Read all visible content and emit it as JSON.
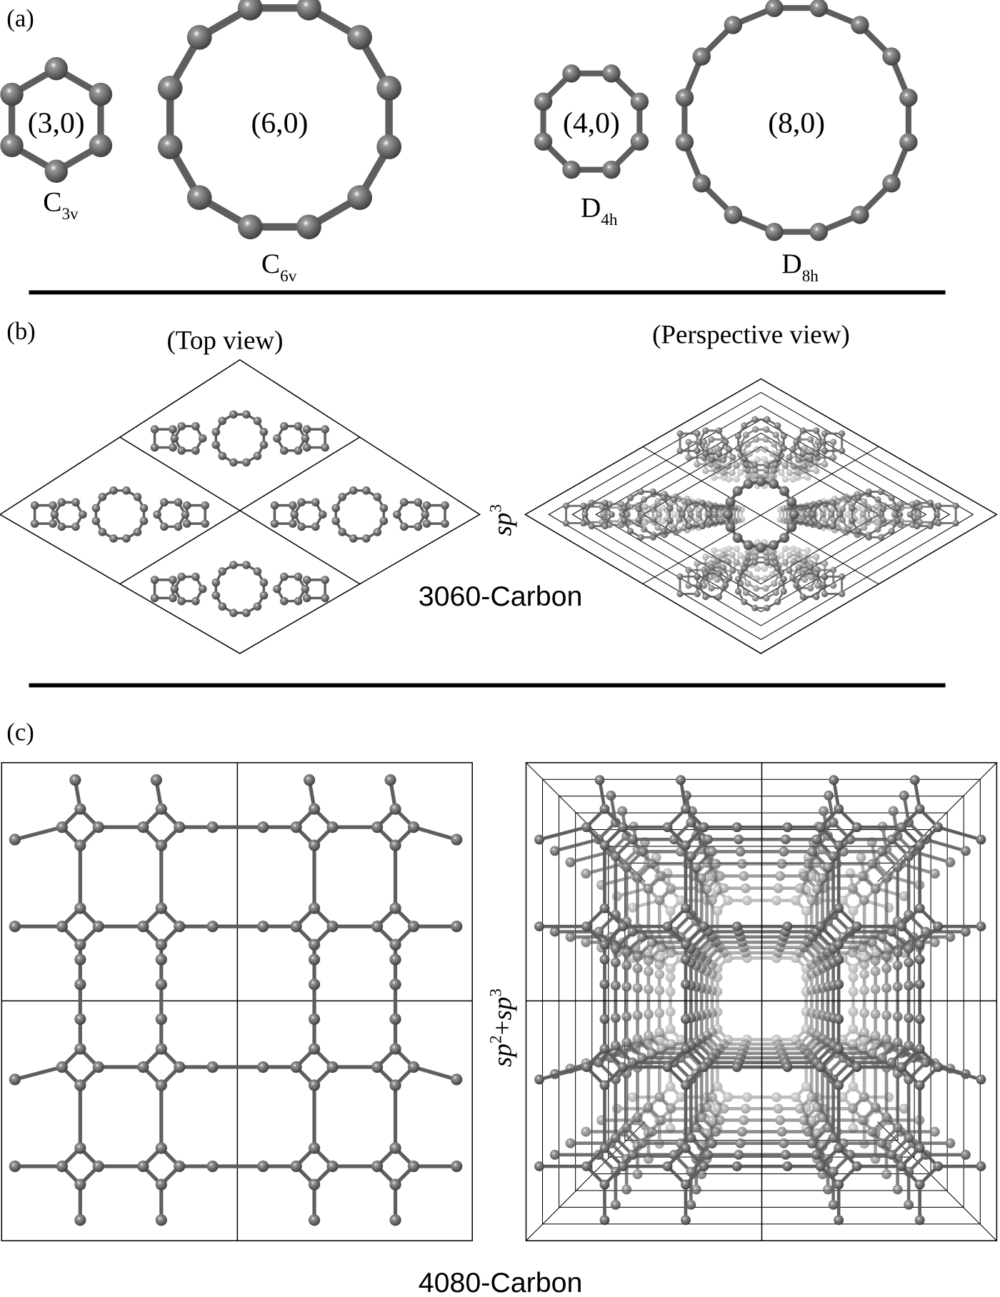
{
  "panel_a": {
    "label": "(a)",
    "rings": [
      {
        "index": "(3,0)",
        "symmetry": {
          "main": "C",
          "sub": "3v"
        }
      },
      {
        "index": "(6,0)",
        "symmetry": {
          "main": "C",
          "sub": "6v"
        }
      },
      {
        "index": "(4,0)",
        "symmetry": {
          "main": "D",
          "sub": "4h"
        }
      },
      {
        "index": "(8,0)",
        "symmetry": {
          "main": "D",
          "sub": "8h"
        }
      }
    ]
  },
  "panel_b": {
    "label": "(b)",
    "top_view": "(Top view)",
    "perspective_view": "(Perspective view)",
    "hybridization": {
      "main": "sp",
      "sup": "3"
    },
    "name": "3060-Carbon"
  },
  "panel_c": {
    "label": "(c)",
    "hybridization": {
      "a": "sp",
      "a_sup": "2",
      "plus": "+",
      "b": "sp",
      "b_sup": "3"
    },
    "name": "4080-Carbon"
  },
  "colors": {
    "atom": "#6a6a6a",
    "bond": "#5e5e5e",
    "frame": "#000000"
  }
}
